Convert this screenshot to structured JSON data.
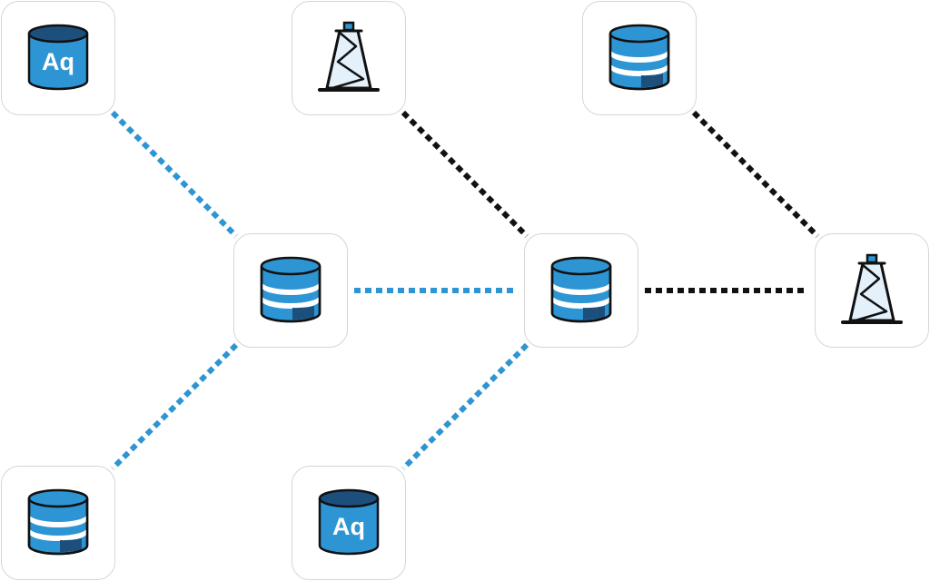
{
  "diagram": {
    "colors": {
      "blue_link": "#2d95d3",
      "black_link": "#111111",
      "cylinder_blue": "#2d95d3",
      "cylinder_dark": "#1d4f7c",
      "tower_fill": "#e4f1fb",
      "aq_text": "#ffffff"
    },
    "nodes": [
      {
        "id": "n1",
        "icon": "aq-database-icon",
        "label": "Aq"
      },
      {
        "id": "n2",
        "icon": "derrick-icon"
      },
      {
        "id": "n3",
        "icon": "striped-database-icon"
      },
      {
        "id": "n4",
        "icon": "striped-database-icon"
      },
      {
        "id": "n5",
        "icon": "striped-database-icon"
      },
      {
        "id": "n6",
        "icon": "derrick-icon"
      },
      {
        "id": "n7",
        "icon": "striped-database-icon"
      },
      {
        "id": "n8",
        "icon": "aq-database-icon",
        "label": "Aq"
      }
    ],
    "edges": [
      {
        "from": "n1",
        "to": "n4",
        "style": "blue"
      },
      {
        "from": "n4",
        "to": "n7",
        "style": "blue"
      },
      {
        "from": "n4",
        "to": "n5",
        "style": "blue"
      },
      {
        "from": "n5",
        "to": "n8",
        "style": "blue"
      },
      {
        "from": "n2",
        "to": "n5",
        "style": "black"
      },
      {
        "from": "n5",
        "to": "n6",
        "style": "black"
      },
      {
        "from": "n3",
        "to": "n6",
        "style": "black"
      }
    ]
  }
}
